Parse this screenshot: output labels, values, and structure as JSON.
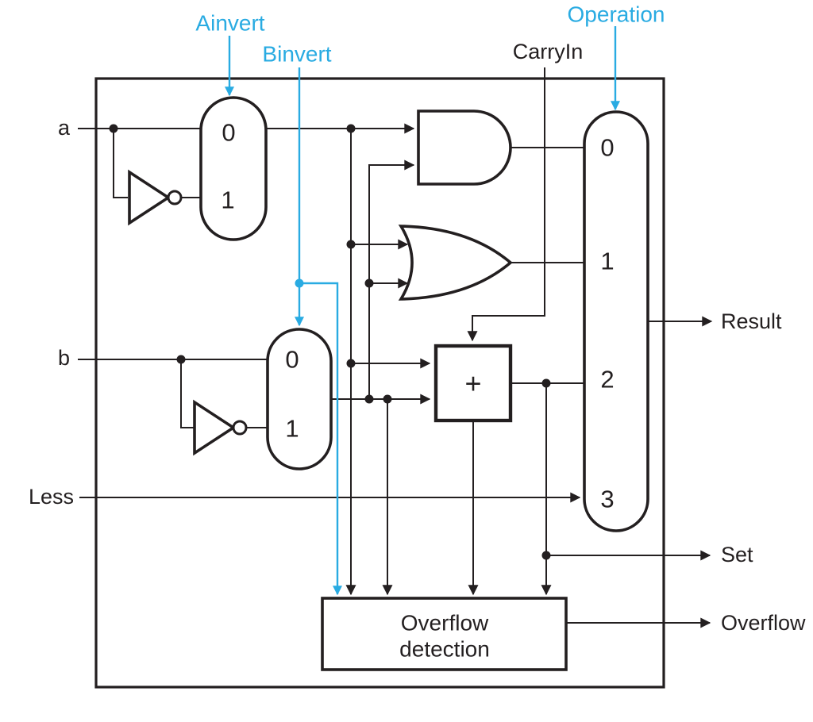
{
  "colors": {
    "ink": "#231f20",
    "accent": "#29abe2",
    "background": "#ffffff"
  },
  "control_signals": {
    "ainvert": "Ainvert",
    "binvert": "Binvert",
    "operation": "Operation",
    "carryin": "CarryIn"
  },
  "inputs": {
    "a": "a",
    "b": "b",
    "less": "Less"
  },
  "outputs": {
    "result": "Result",
    "set": "Set",
    "overflow": "Overflow"
  },
  "mux_a": {
    "opt0": "0",
    "opt1": "1"
  },
  "mux_b": {
    "opt0": "0",
    "opt1": "1"
  },
  "result_mux": {
    "opt0": "0",
    "opt1": "1",
    "opt2": "2",
    "opt3": "3"
  },
  "adder": {
    "symbol": "+"
  },
  "overflow_detection": {
    "line1": "Overflow",
    "line2": "detection"
  }
}
